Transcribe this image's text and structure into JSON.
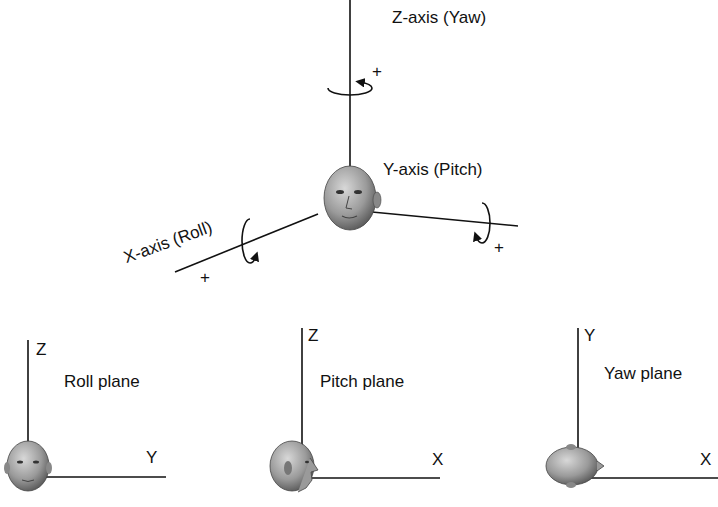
{
  "diagram": {
    "labels": [
      "Z-axis (Yaw)",
      "+",
      "Y-axis (Pitch)",
      "X-axis (Roll)",
      "+",
      "+",
      "Z",
      "Roll plane",
      "Y",
      "Z",
      "Pitch plane",
      "X",
      "Y",
      "Yaw plane",
      "X"
    ]
  }
}
